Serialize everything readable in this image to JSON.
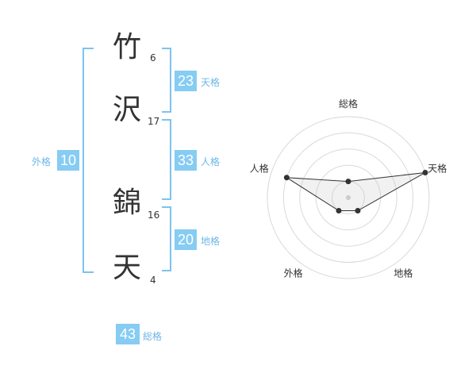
{
  "name": {
    "chars": [
      {
        "char": "竹",
        "strokes": "6"
      },
      {
        "char": "沢",
        "strokes": "17"
      },
      {
        "char": "錦",
        "strokes": "16"
      },
      {
        "char": "天",
        "strokes": "4"
      }
    ]
  },
  "scores": {
    "tenkaku": {
      "value": "23",
      "label": "天格"
    },
    "jinkaku": {
      "value": "33",
      "label": "人格"
    },
    "chikaku": {
      "value": "20",
      "label": "地格"
    },
    "gaikaku": {
      "value": "10",
      "label": "外格"
    },
    "soukaku": {
      "value": "43",
      "label": "総格"
    }
  },
  "colors": {
    "accent": "#86ccf3",
    "bracket": "#7cc3ef",
    "label": "#6fb6e6"
  },
  "chart_data": {
    "type": "radar",
    "axes": [
      "総格",
      "天格",
      "地格",
      "外格",
      "人格"
    ],
    "max": 5,
    "rings": 5,
    "values": [
      1,
      5,
      1,
      1,
      4
    ]
  }
}
